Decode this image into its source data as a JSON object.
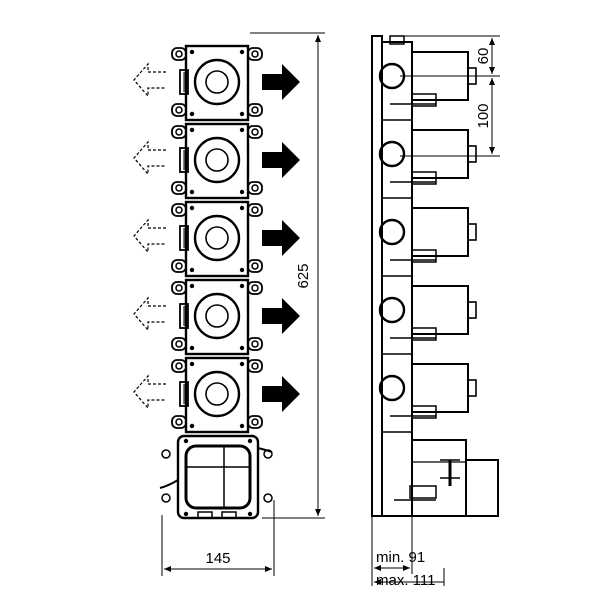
{
  "dimensions": {
    "total_height": "625",
    "width": "145",
    "spacing_top": "60",
    "module_pitch": "100",
    "depth_min": "min. 91",
    "depth_max": "max. 111"
  },
  "front_view": {
    "modules": [
      {
        "index": 1,
        "outlet_arrow": "filled-right",
        "alt_outlet_arrow": "dashed-left"
      },
      {
        "index": 2,
        "outlet_arrow": "filled-right",
        "alt_outlet_arrow": "dashed-left"
      },
      {
        "index": 3,
        "outlet_arrow": "filled-right",
        "alt_outlet_arrow": "dashed-left"
      },
      {
        "index": 4,
        "outlet_arrow": "filled-right",
        "alt_outlet_arrow": "dashed-left"
      },
      {
        "index": 5,
        "outlet_arrow": "filled-right",
        "alt_outlet_arrow": "dashed-left"
      }
    ],
    "base_module": "thermostatic-body"
  },
  "side_view": {
    "modules": 5,
    "base_module": "thermostatic-body"
  },
  "colors": {
    "line": "#000000",
    "background": "#ffffff"
  }
}
